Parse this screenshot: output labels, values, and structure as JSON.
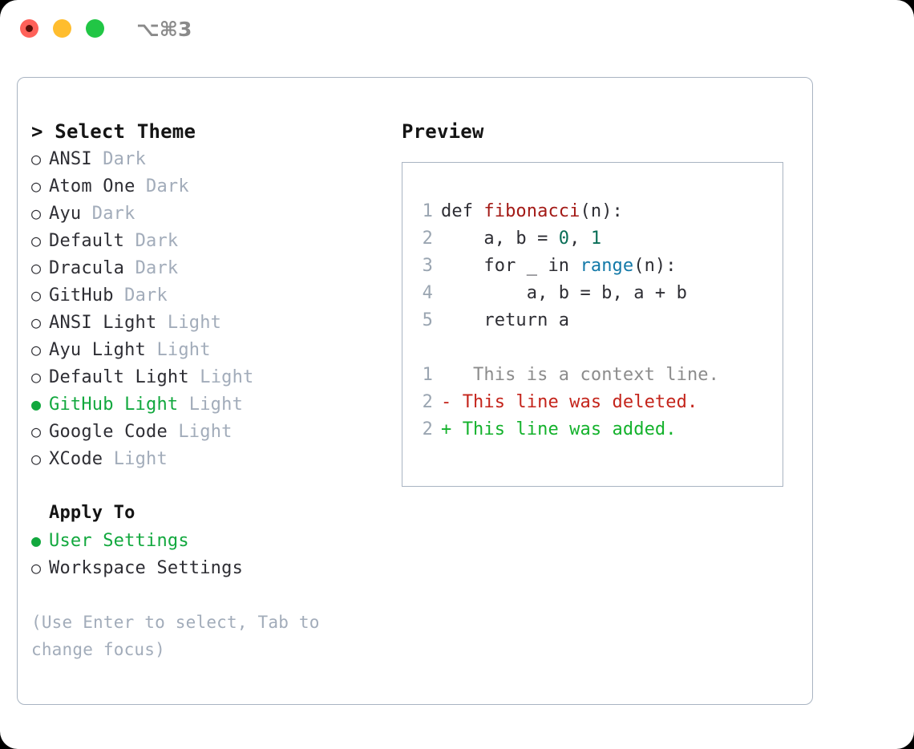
{
  "titlebar": {
    "shortcut": "⌥⌘3",
    "lights": [
      {
        "name": "close",
        "color": "#ff6159"
      },
      {
        "name": "minimize",
        "color": "#ffbd2e"
      },
      {
        "name": "maximize",
        "color": "#21c645"
      }
    ]
  },
  "theme_picker": {
    "title": "> Select Theme",
    "items": [
      {
        "bullet": "○",
        "label": "ANSI",
        "suffix": "Dark",
        "selected": false
      },
      {
        "bullet": "○",
        "label": "Atom One",
        "suffix": "Dark",
        "selected": false
      },
      {
        "bullet": "○",
        "label": "Ayu",
        "suffix": "Dark",
        "selected": false
      },
      {
        "bullet": "○",
        "label": "Default",
        "suffix": "Dark",
        "selected": false
      },
      {
        "bullet": "○",
        "label": "Dracula",
        "suffix": "Dark",
        "selected": false
      },
      {
        "bullet": "○",
        "label": "GitHub",
        "suffix": "Dark",
        "selected": false
      },
      {
        "bullet": "○",
        "label": "ANSI Light",
        "suffix": "Light",
        "selected": false
      },
      {
        "bullet": "○",
        "label": "Ayu Light",
        "suffix": "Light",
        "selected": false
      },
      {
        "bullet": "○",
        "label": "Default Light",
        "suffix": "Light",
        "selected": false
      },
      {
        "bullet": "●",
        "label": "GitHub Light",
        "suffix": "Light",
        "selected": true
      },
      {
        "bullet": "○",
        "label": "Google Code",
        "suffix": "Light",
        "selected": false
      },
      {
        "bullet": "○",
        "label": "XCode",
        "suffix": "Light",
        "selected": false
      }
    ]
  },
  "apply_to": {
    "title": "Apply To",
    "items": [
      {
        "bullet": "●",
        "label": "User Settings",
        "selected": true
      },
      {
        "bullet": "○",
        "label": "Workspace Settings",
        "selected": false
      }
    ]
  },
  "hint": "(Use Enter to select, Tab to change focus)",
  "preview": {
    "title": "Preview",
    "code_lines": [
      {
        "num": "1",
        "tokens": [
          {
            "text": "def ",
            "cls": "tok-kw"
          },
          {
            "text": "fibonacci",
            "cls": "tok-fn"
          },
          {
            "text": "(n):",
            "cls": "tok-plain"
          }
        ]
      },
      {
        "num": "2",
        "tokens": [
          {
            "text": "    a, b = ",
            "cls": "tok-plain"
          },
          {
            "text": "0",
            "cls": "tok-num"
          },
          {
            "text": ", ",
            "cls": "tok-plain"
          },
          {
            "text": "1",
            "cls": "tok-num"
          }
        ]
      },
      {
        "num": "3",
        "tokens": [
          {
            "text": "    for _ in ",
            "cls": "tok-plain"
          },
          {
            "text": "range",
            "cls": "tok-builtin"
          },
          {
            "text": "(n):",
            "cls": "tok-plain"
          }
        ]
      },
      {
        "num": "4",
        "tokens": [
          {
            "text": "        a, b = b, a + b",
            "cls": "tok-plain"
          }
        ]
      },
      {
        "num": "5",
        "tokens": [
          {
            "text": "    return a",
            "cls": "tok-plain"
          }
        ]
      }
    ],
    "diff_lines": [
      {
        "num": "1",
        "marker": " ",
        "text": "  This is a context line.",
        "kind": "d-ctx"
      },
      {
        "num": "2",
        "marker": "-",
        "text": " This line was deleted.",
        "kind": "d-del"
      },
      {
        "num": "2",
        "marker": "+",
        "text": " This line was added.",
        "kind": "d-add"
      }
    ]
  },
  "colors": {
    "accent_green": "#12a83e",
    "muted": "#a2acba",
    "border": "#a9b4c2",
    "code_function": "#a31a16",
    "code_number": "#0a6e57",
    "code_builtin": "#1379a8",
    "diff_added": "#14b22c",
    "diff_deleted": "#c4241b",
    "diff_context": "#8c8c8c",
    "line_number": "#9aa5b1"
  }
}
